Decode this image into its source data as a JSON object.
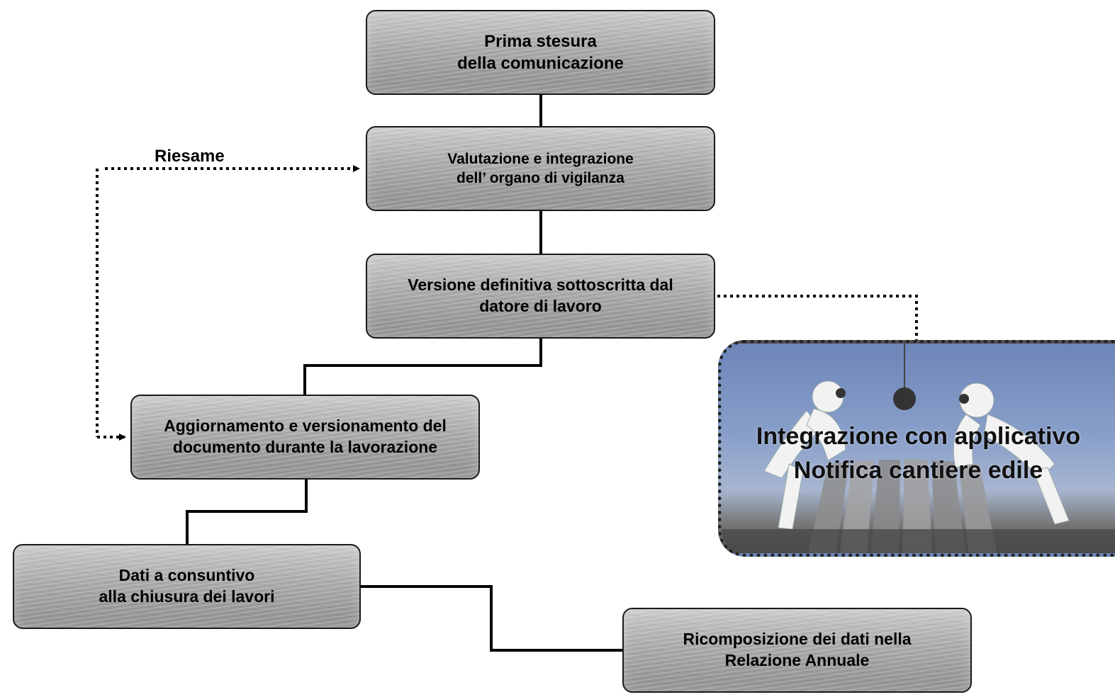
{
  "boxes": {
    "b1": [
      "Prima stesura",
      "della comunicazione"
    ],
    "b2": [
      "Valutazione e integrazione",
      "dell’ organo di vigilanza"
    ],
    "b3": [
      "Versione definitiva sottoscritta dal",
      "datore di lavoro"
    ],
    "b4": [
      "Aggiornamento e versionamento del",
      "documento durante la lavorazione"
    ],
    "b5": [
      "Dati a consuntivo",
      "alla chiusura dei lavori"
    ],
    "b6": [
      "Ricomposizione dei dati nella",
      "Relazione Annuale"
    ]
  },
  "review_label": "Riesame",
  "integration": {
    "line1": "Integrazione con applicativo",
    "line2": "Notifica cantiere edile"
  },
  "colors": {
    "box_fill": "#a9a9a9",
    "line": "#000000",
    "photo_sky": "#7f97c5"
  }
}
